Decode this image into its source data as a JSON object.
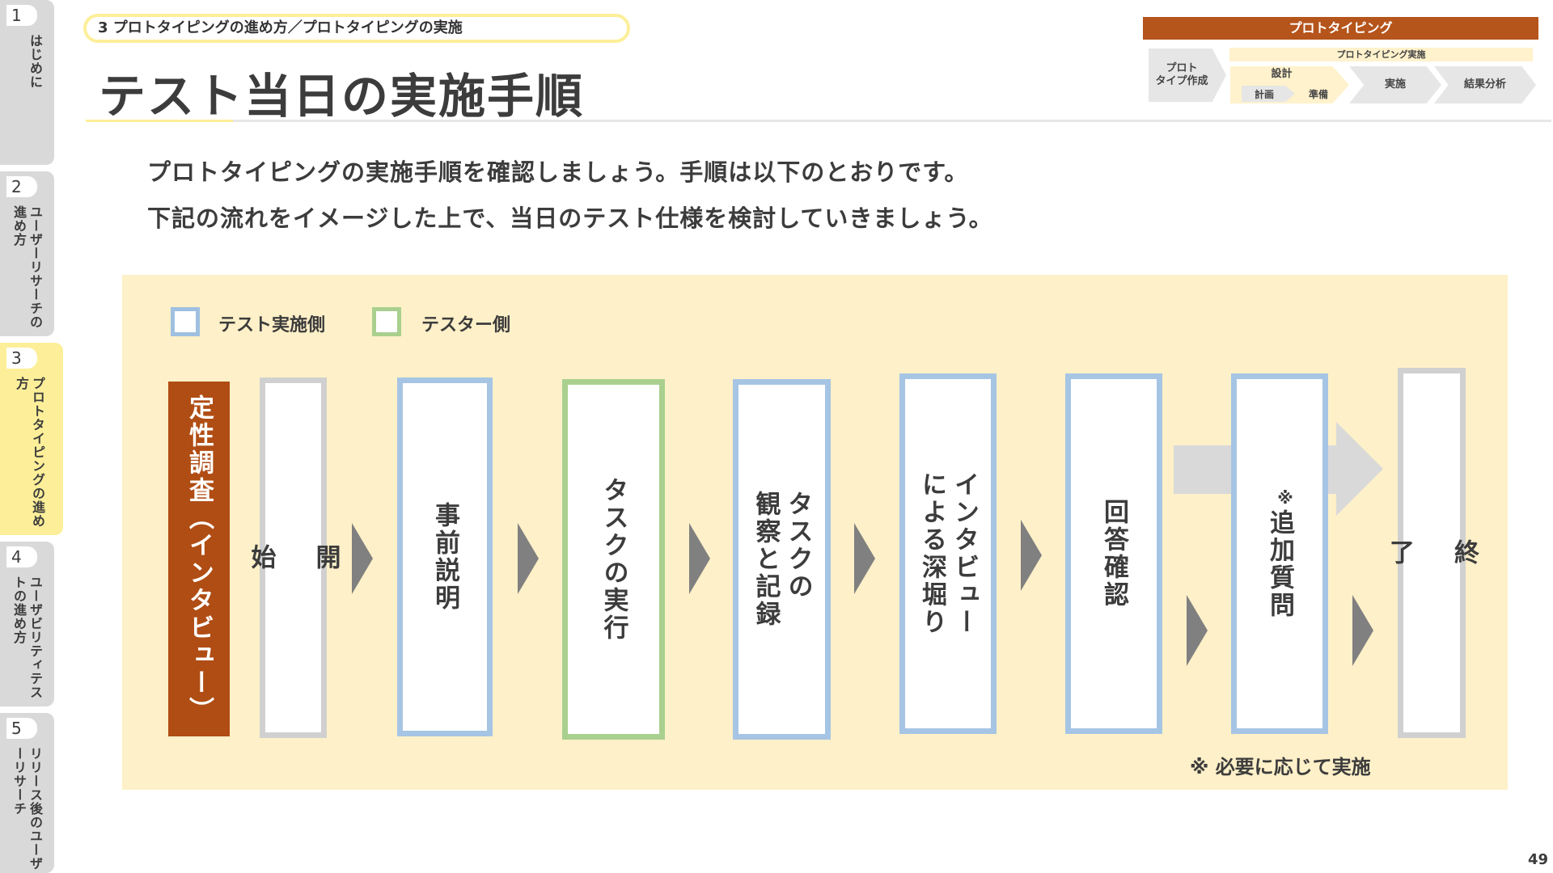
{
  "sidebar": {
    "tabs": [
      {
        "num": "1",
        "label": "はじめに"
      },
      {
        "num": "2",
        "label": "ユーザーリサーチの進め方"
      },
      {
        "num": "3",
        "label": "プロトタイピングの進め方"
      },
      {
        "num": "4",
        "label": "ユーザビリティテストの進め方"
      },
      {
        "num": "5",
        "label": "リリース後のユーザーリサーチ"
      }
    ],
    "active_index": 2
  },
  "breadcrumb": "3 プロトタイピングの進め方／プロトタイピングの実施",
  "title": "テスト当日の実施手順",
  "process": {
    "bar_label": "プロトタイピング",
    "sub_label": "プロトタイピング実施",
    "steps": [
      "プロト\nタイプ作成",
      "設計",
      "実施",
      "結果分析"
    ],
    "design_substeps": [
      "計画",
      "準備"
    ]
  },
  "intro": {
    "line1": "プロトタイピングの実施手順を確認しましょう。手順は以下のとおりです。",
    "line2": "下記の流れをイメージした上で、当日のテスト仕様を検討していきましょう。"
  },
  "legend": {
    "implementer": "テスト実施側",
    "tester": "テスター側"
  },
  "flow": {
    "category": "定性調査（インタビュー）",
    "steps": [
      {
        "label": "開\n\n始"
      },
      {
        "label": "事前説明"
      },
      {
        "label": "タスクの実行"
      },
      {
        "label": "タスクの\n観察と記録"
      },
      {
        "label": "インタビュー\nによる深堀り"
      },
      {
        "label": "回答確認"
      },
      {
        "label": "追加質問",
        "mark": "※"
      },
      {
        "label": "終\n\n了"
      }
    ],
    "note": "※ 必要に応じて実施"
  },
  "colors": {
    "accent_yellow": "#fdef99",
    "brand_orange": "#b5541b",
    "implementer_blue": "#a6c5e4",
    "tester_green": "#a9d08e",
    "panel_bg": "#fef0c8"
  },
  "page_number": "49"
}
